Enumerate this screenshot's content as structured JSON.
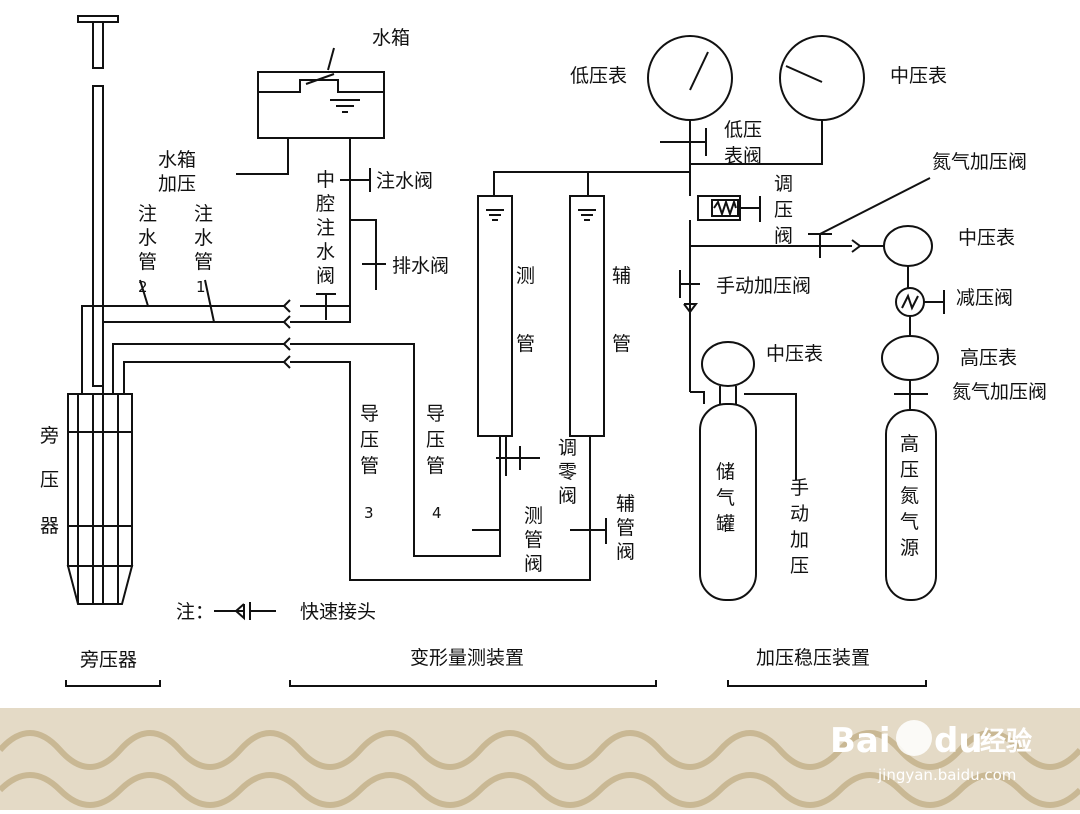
{
  "labels": {
    "water_tank": "水箱",
    "tank_pressurize_1": "水箱",
    "tank_pressurize_2": "加压",
    "inject_pipe_2": [
      "注",
      "水",
      "管"
    ],
    "inject_pipe_1": [
      "注",
      "水",
      "管"
    ],
    "inject_pipe_2_num": "2",
    "inject_pipe_1_num": "1",
    "inject_valve": "注水阀",
    "mid_cavity_valve": [
      "中",
      "腔",
      "注",
      "水",
      "阀"
    ],
    "drain_valve": "排水阀",
    "lp_gauge": "低压表",
    "mp_gauge_top": "中压表",
    "lp_gauge_valve_1": "低压",
    "lp_gauge_valve_2": "表阀",
    "nitrogen_valve_top": "氮气加压阀",
    "regulator": [
      "调",
      "压",
      "阀"
    ],
    "mp_gauge_right": "中压表",
    "manual_pressurize_valve": "手动加压阀",
    "reducing_valve": "减压阀",
    "mp_gauge_tank": "中压表",
    "hp_gauge": "高压表",
    "nitrogen_valve_bottom": "氮气加压阀",
    "measure_tube": [
      "测",
      "管"
    ],
    "aux_tube": [
      "辅",
      "管"
    ],
    "guide_pipe_3": [
      "导",
      "压",
      "管"
    ],
    "guide_pipe_4": [
      "导",
      "压",
      "管"
    ],
    "guide_pipe_3_num": "3",
    "guide_pipe_4_num": "4",
    "zero_valve": [
      "调",
      "零",
      "阀"
    ],
    "measure_valve": [
      "测",
      "管",
      "阀"
    ],
    "aux_valve": [
      "辅",
      "管",
      "阀"
    ],
    "pressuremeter": [
      "旁",
      "压",
      "器"
    ],
    "storage_tank": [
      "储",
      "气",
      "罐"
    ],
    "manual_pressurize": [
      "手",
      "动",
      "加",
      "压"
    ],
    "nitrogen_source": [
      "高",
      "压",
      "氮",
      "气",
      "源"
    ],
    "note_prefix": "注：",
    "quick_connector": "快速接头"
  },
  "sections": {
    "left": "旁压器",
    "middle": "变形量测装置",
    "right": "加压稳压装置"
  },
  "watermark": {
    "brand": "Bai",
    "brand_tail": "du",
    "brand_cn": "经验",
    "url": "jingyan.baidu.com"
  },
  "colors": {
    "line": "#111111",
    "footer_band": "#e4dac6",
    "footer_pattern": "#c9b894"
  }
}
